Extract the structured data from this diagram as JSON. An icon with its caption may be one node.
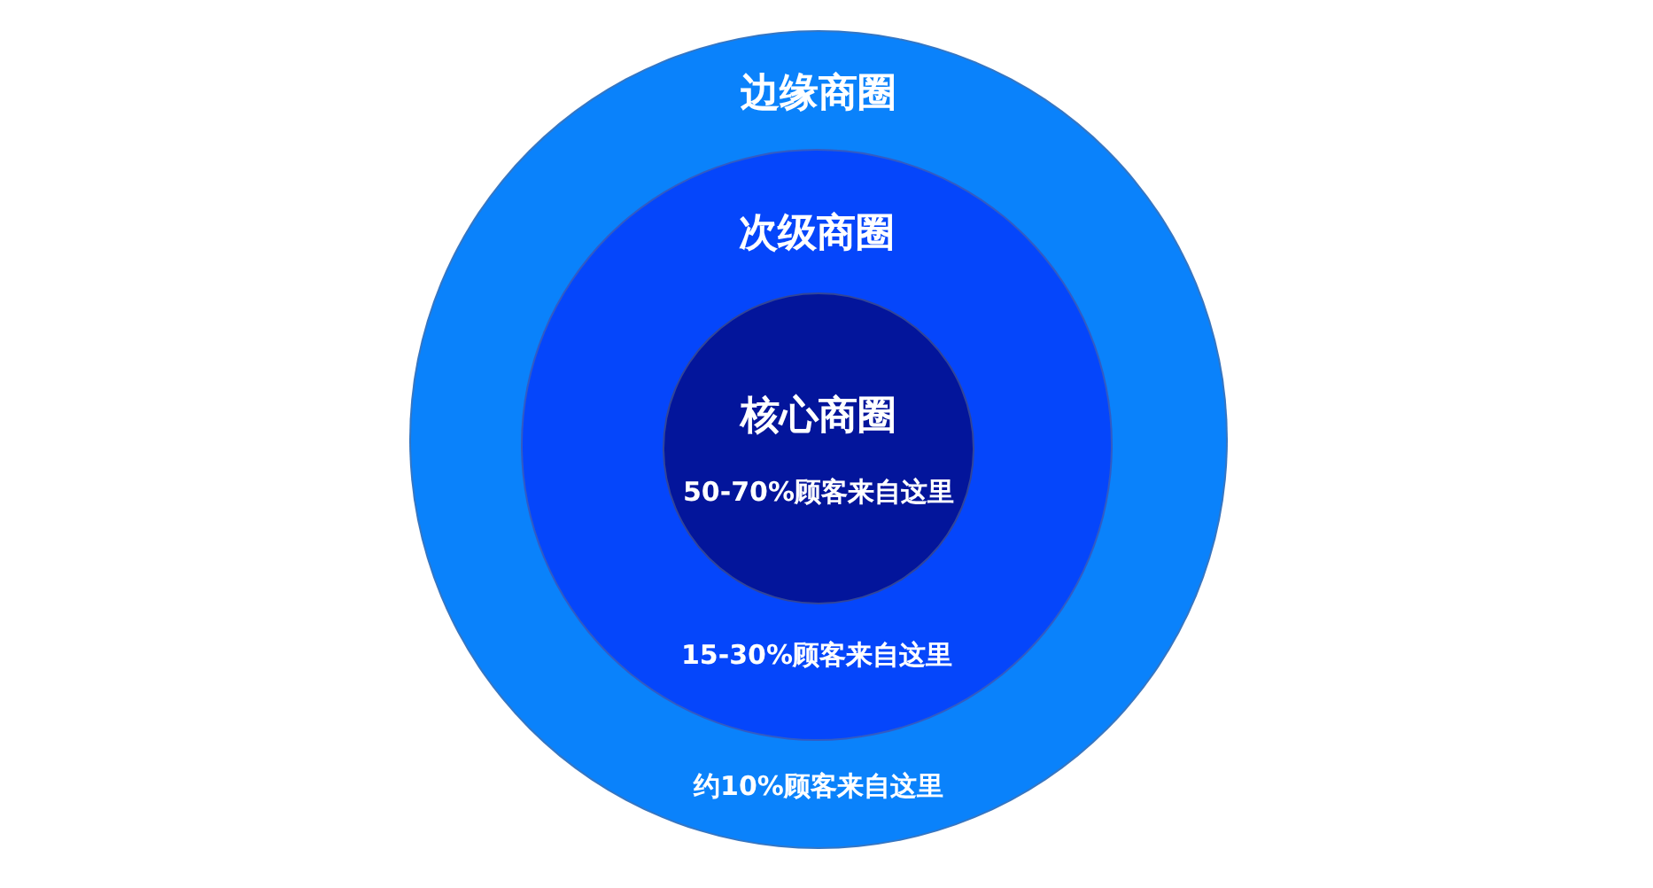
{
  "diagram": {
    "nodes": [
      {
        "text": [
          "边缘商圈",
          "约10%顾客来自这里"
        ]
      },
      {
        "text": [
          "次级商圈",
          "15-30%顾客来自这里"
        ],
        "in": 0
      },
      {
        "text": [
          "核心商圈",
          "50-70%顾客来自这里"
        ],
        "in": 1
      }
    ]
  }
}
